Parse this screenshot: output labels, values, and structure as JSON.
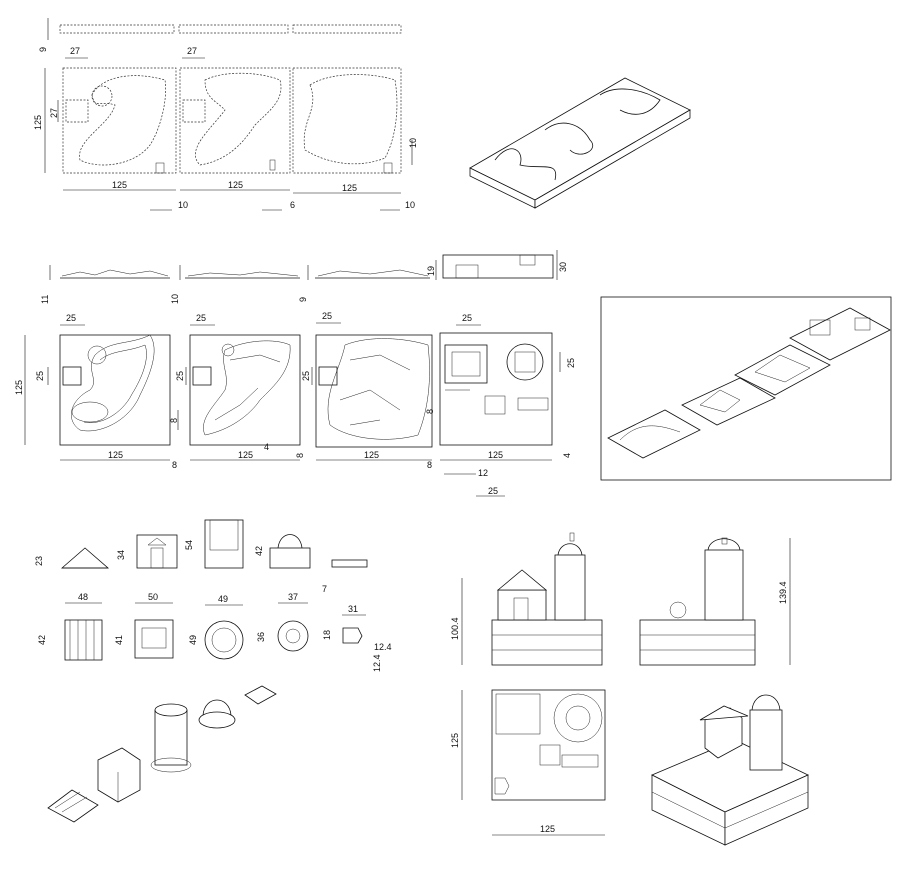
{
  "dims": {
    "row1": {
      "thickness": "9",
      "piece_w1": "27",
      "piece_w2": "27",
      "piece_h": "27",
      "side": "125",
      "w1": "125",
      "w2": "125",
      "w3": "125",
      "small1": "10",
      "small2": "6",
      "small3": "10",
      "small4": "10"
    },
    "row2": {
      "h1": "11",
      "h2": "10",
      "h3": "9",
      "h4": "19",
      "h5": "30",
      "sq1": "25",
      "sq2": "25",
      "sq3": "25",
      "sq4": "25",
      "sqh1": "25",
      "sqh2": "25",
      "sqh3": "25",
      "sqh4": "25",
      "side": "125",
      "w1": "125",
      "w2": "125",
      "w3": "125",
      "w4": "125",
      "s1": "8",
      "s2": "8",
      "s3": "4",
      "s4": "8",
      "s5": "8",
      "s6": "8",
      "s7": "4",
      "s8": "12",
      "s9": "25"
    },
    "parts": {
      "roof_h": "23",
      "chapel_h": "34",
      "tower_h": "54",
      "dome_h": "42",
      "door_h": "7",
      "w_roof": "48",
      "w_chapel": "50",
      "w_tower": "49",
      "w_dome": "37",
      "w_door": "31",
      "h_roof": "42",
      "h_chapel": "41",
      "h_tower": "49",
      "h_dome": "36",
      "h_door": "18",
      "d1": "12.4",
      "d2": "12.4"
    },
    "assembly": {
      "front_h": "100.4",
      "side_h": "139.4",
      "top_h": "125",
      "top_w": "125"
    }
  }
}
